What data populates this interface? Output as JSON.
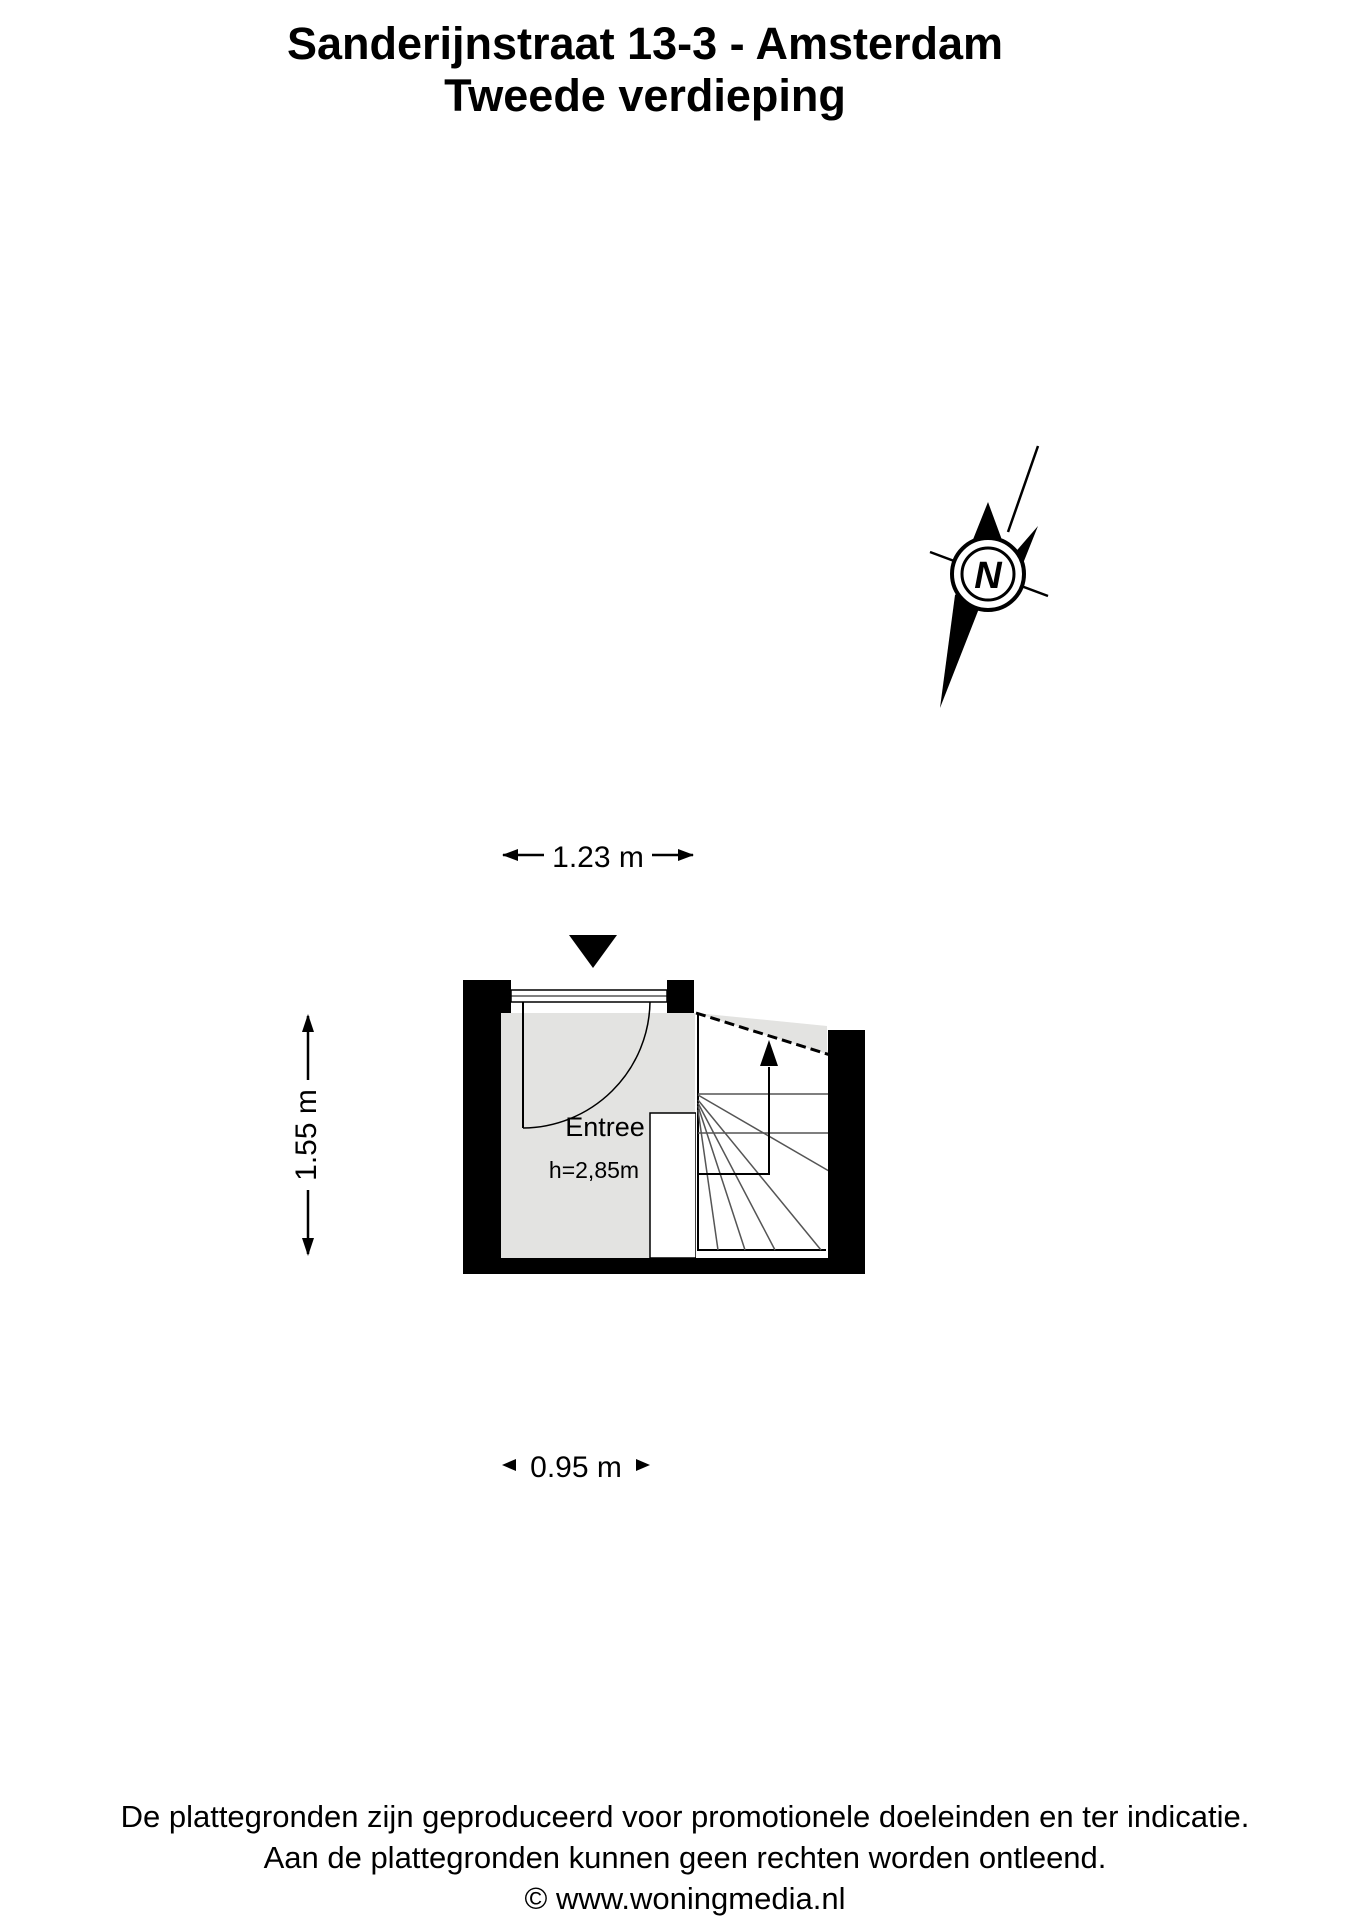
{
  "header": {
    "address": "Sanderijnstraat 13-3 - Amsterdam",
    "floor": "Tweede verdieping"
  },
  "compass": {
    "label": "N"
  },
  "dimensions": {
    "top_width": "1.23 m",
    "left_height": "1.55 m",
    "bottom_width": "0.95 m"
  },
  "room": {
    "name": "Entree",
    "height": "h=2,85m"
  },
  "colors": {
    "wall": "#000000",
    "floor": "#e3e3e1",
    "stair_fill": "#ffffff"
  },
  "footer": {
    "line1": "De plattegronden zijn geproduceerd voor promotionele doeleinden en ter indicatie.",
    "line2": "Aan de plattegronden kunnen geen rechten worden ontleend.",
    "line3": "© www.woningmedia.nl"
  }
}
